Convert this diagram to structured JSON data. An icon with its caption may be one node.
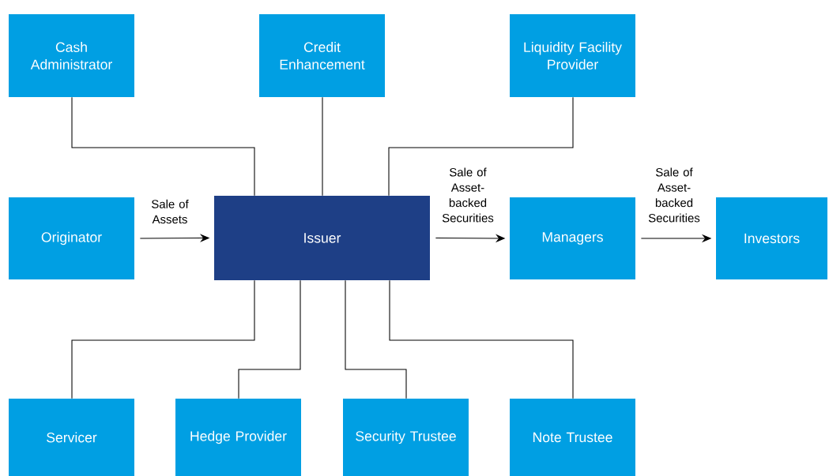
{
  "diagram": {
    "nodes": [
      {
        "text": [
          "Cash Administrator"
        ]
      },
      {
        "text": [
          "Credit Enhancement"
        ]
      },
      {
        "text": [
          "Liquidity Facility Provider"
        ]
      },
      {
        "text": [
          "Originator"
        ]
      },
      {
        "text": [
          "Issuer"
        ]
      },
      {
        "text": [
          "Managers"
        ]
      },
      {
        "text": [
          "Investors"
        ]
      },
      {
        "text": [
          "Servicer"
        ]
      },
      {
        "text": [
          "Hedge Provider"
        ]
      },
      {
        "text": [
          "Security Trustee"
        ]
      },
      {
        "text": [
          "Note Trustee"
        ]
      }
    ],
    "edges": [
      {
        "from": 0,
        "to": 4,
        "arrow": "none"
      },
      {
        "from": 1,
        "to": 4,
        "arrow": "none"
      },
      {
        "from": 2,
        "to": 4,
        "arrow": "none"
      },
      {
        "from": 3,
        "to": 4,
        "arrow": "to",
        "label": "Sale of Assets"
      },
      {
        "from": 4,
        "to": 5,
        "arrow": "to",
        "label": "Sale of Asset-backed Securities"
      },
      {
        "from": 5,
        "to": 6,
        "arrow": "to",
        "label": "Sale of Asset-backed Securities"
      },
      {
        "from": 4,
        "to": 7,
        "arrow": "none"
      },
      {
        "from": 4,
        "to": 8,
        "arrow": "none"
      },
      {
        "from": 4,
        "to": 9,
        "arrow": "none"
      },
      {
        "from": 4,
        "to": 10,
        "arrow": "none"
      }
    ]
  }
}
